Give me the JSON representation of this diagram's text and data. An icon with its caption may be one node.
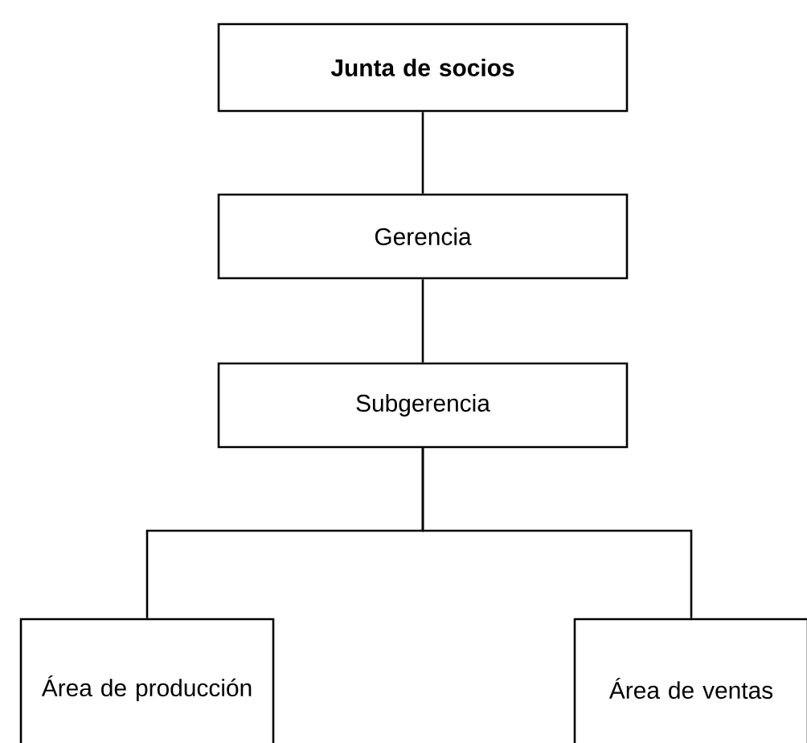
{
  "diagram": {
    "nodes": [
      {
        "text": [
          "Junta de socios"
        ]
      },
      {
        "text": [
          "Gerencia"
        ]
      },
      {
        "text": [
          "Subgerencia"
        ]
      },
      {
        "text": [
          "Área de producción"
        ]
      },
      {
        "text": [
          "Área de ventas"
        ]
      }
    ],
    "edges": [
      {
        "from": 0,
        "to": 1,
        "arrow": "none"
      },
      {
        "from": 1,
        "to": 2,
        "arrow": "none"
      },
      {
        "from": 2,
        "to": 3,
        "arrow": "none"
      },
      {
        "from": 2,
        "to": 4,
        "arrow": "none"
      }
    ]
  }
}
